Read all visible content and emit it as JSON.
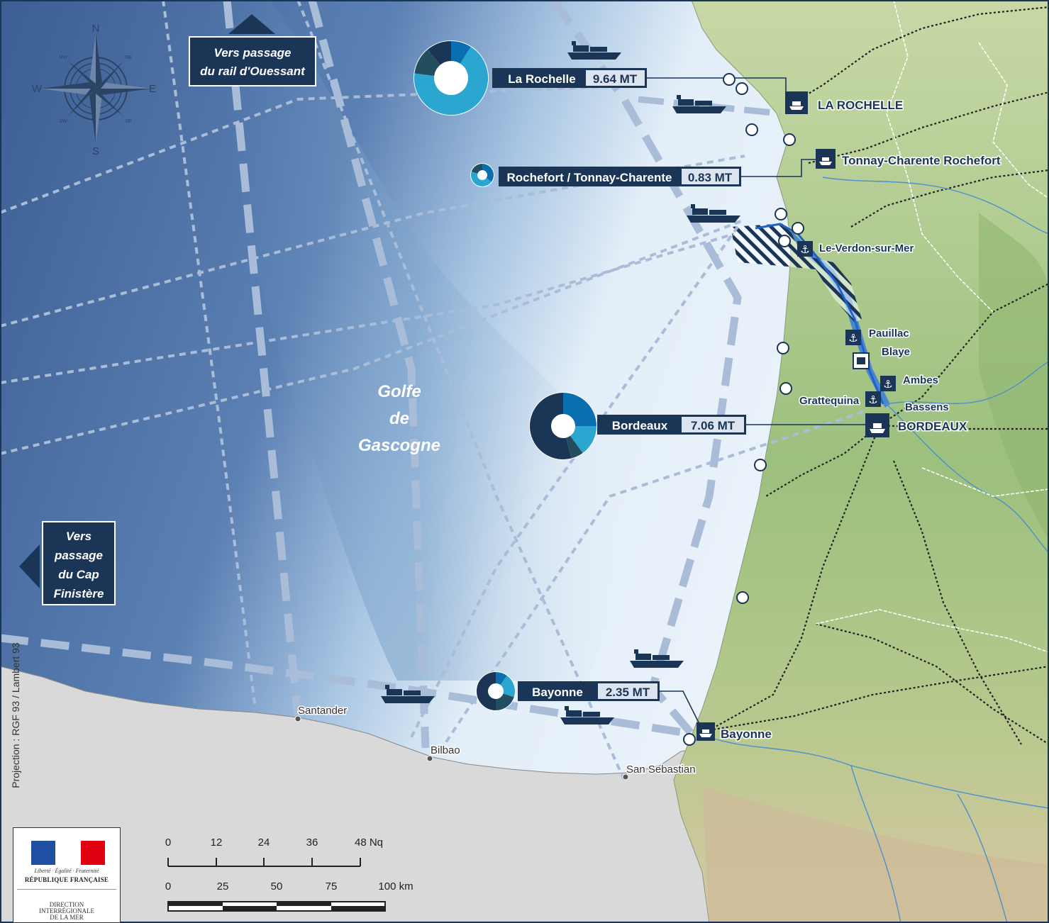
{
  "map": {
    "title_sea": "Golfe de Gascogne",
    "sea_label_lines": [
      "Golfe",
      "de",
      "Gascogne"
    ],
    "projection": "Projection : RGF 93 / Lambert 93",
    "compass": {
      "n": "N",
      "s": "S",
      "e": "E",
      "w": "W",
      "ne": "NE",
      "nw": "NW",
      "se": "SE",
      "sw": "SW"
    },
    "passages": [
      {
        "id": "ouessant",
        "lines": [
          "Vers passage",
          "du rail d'Ouessant"
        ]
      },
      {
        "id": "finistere",
        "lines": [
          "Vers",
          "passage",
          "du Cap",
          "Finistère"
        ]
      }
    ],
    "ports": [
      {
        "id": "la-rochelle",
        "name": "La Rochelle",
        "tonnage": "9.64 MT",
        "segments": [
          0.09,
          0.68,
          0.12,
          0.11
        ]
      },
      {
        "id": "rochefort",
        "name": "Rochefort / Tonnay-Charente",
        "tonnage": "0.83 MT",
        "segments": [
          0.35,
          0.45,
          0.2
        ]
      },
      {
        "id": "bordeaux",
        "name": "Bordeaux",
        "tonnage": "7.06 MT",
        "segments": [
          0.25,
          0.15,
          0.06,
          0.54
        ]
      },
      {
        "id": "bayonne",
        "name": "Bayonne",
        "tonnage": "2.35 MT",
        "segments": [
          0.1,
          0.2,
          0.2,
          0.5
        ]
      }
    ],
    "segment_colors": [
      "#0a6fb0",
      "#2aa6d0",
      "#234e60",
      "#1a3556"
    ],
    "place_labels": [
      {
        "id": "la-rochelle-port",
        "text": "LA ROCHELLE"
      },
      {
        "id": "tonnay-charente",
        "text": "Tonnay-Charente Rochefort"
      },
      {
        "id": "le-verdon",
        "text": "Le-Verdon-sur-Mer"
      },
      {
        "id": "pauillac",
        "text": "Pauillac"
      },
      {
        "id": "blaye",
        "text": "Blaye"
      },
      {
        "id": "ambes",
        "text": "Ambes"
      },
      {
        "id": "grattequina",
        "text": "Grattequina"
      },
      {
        "id": "bassens",
        "text": "Bassens"
      },
      {
        "id": "bordeaux-port",
        "text": "BORDEAUX"
      },
      {
        "id": "bayonne-port",
        "text": "Bayonne"
      },
      {
        "id": "santander",
        "text": "Santander"
      },
      {
        "id": "bilbao",
        "text": "Bilbao"
      },
      {
        "id": "san-sebastian",
        "text": "San Sebastian"
      }
    ],
    "scale": {
      "nq_ticks": [
        "0",
        "12",
        "24",
        "36",
        "48 Nq"
      ],
      "km_ticks": [
        "0",
        "25",
        "50",
        "75",
        "100  km"
      ]
    },
    "logo": {
      "motto": "Liberté · Égalité · Fraternité",
      "republic": "RÉPUBLIQUE FRANÇAISE",
      "direction": "DIRECTION\nINTERRÉGIONALE\nDE LA MER"
    },
    "colors": {
      "navy": "#1a3556",
      "route": "#a9bcd8"
    }
  }
}
